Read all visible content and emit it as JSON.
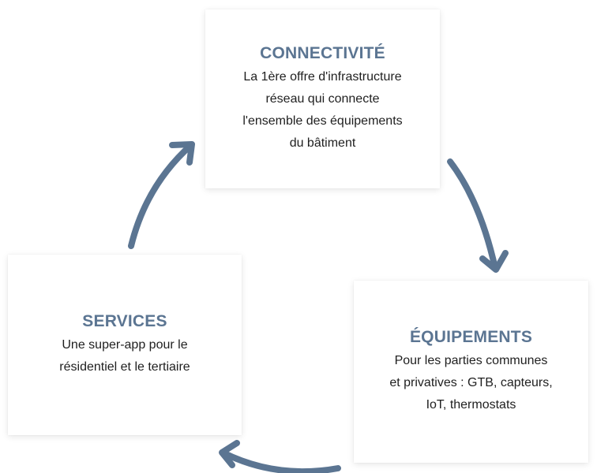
{
  "colors": {
    "accent": "#5b7592",
    "text": "#1f1f1f",
    "card_bg": "#ffffff"
  },
  "cards": {
    "connectivite": {
      "title": "CONNECTIVITÉ",
      "lines": [
        "La 1ère offre d'infrastructure",
        "réseau qui connecte",
        "l'ensemble des équipements",
        "du bâtiment"
      ]
    },
    "equipements": {
      "title": "ÉQUIPEMENTS",
      "lines": [
        "Pour les parties communes",
        "et privatives : GTB, capteurs,",
        "IoT, thermostats"
      ]
    },
    "services": {
      "title": "SERVICES",
      "lines": [
        "Une super-app pour le",
        "résidentiel et le tertiaire"
      ]
    }
  },
  "arrows": {
    "icon": "curved-arrow-icon",
    "count": 3
  }
}
